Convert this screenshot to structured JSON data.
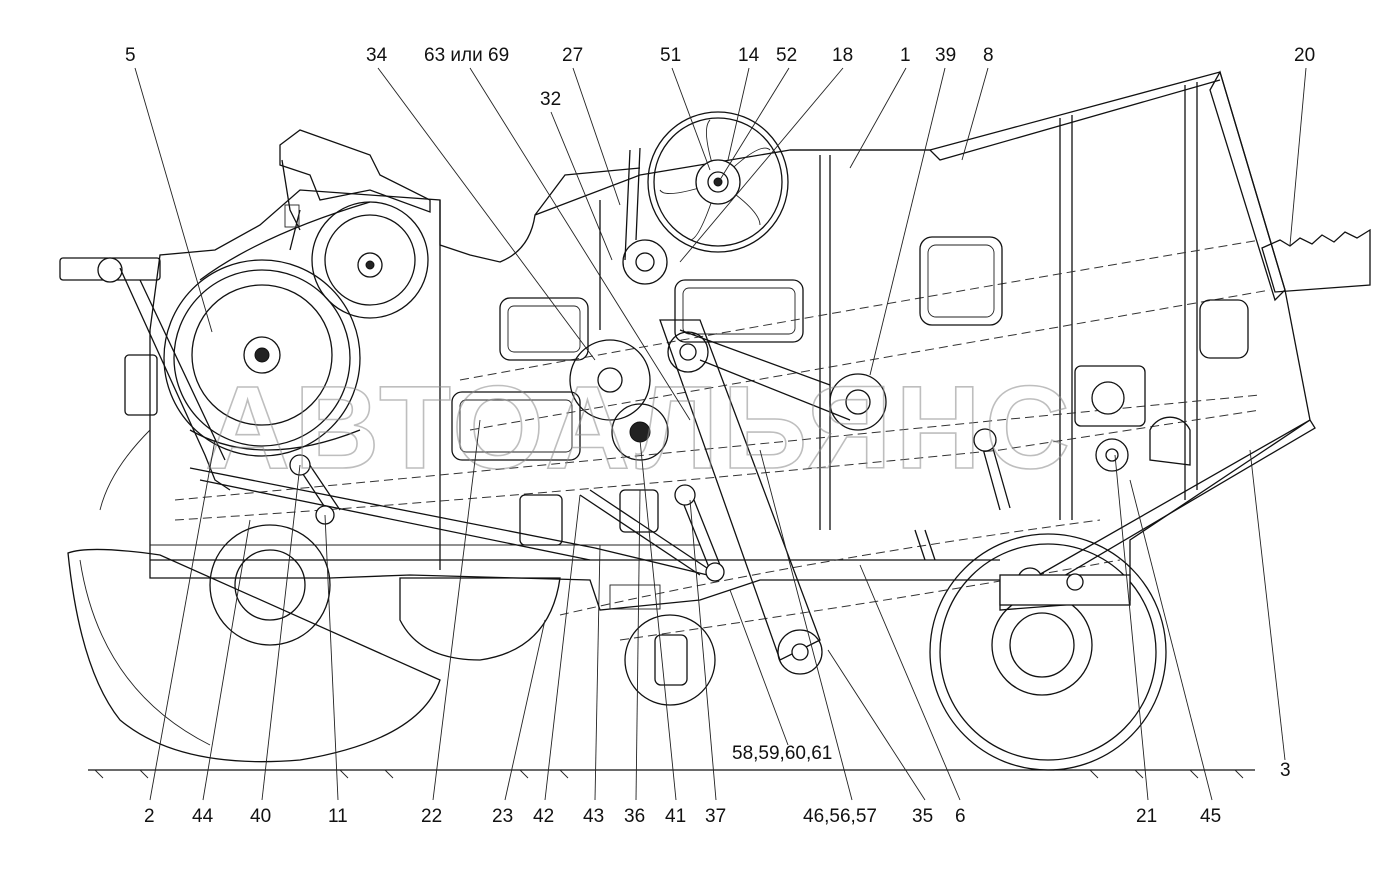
{
  "watermark": "АВТОАЛЬЯНС",
  "labels_top": [
    "5",
    "34",
    "63 или 69",
    "27",
    "32",
    "51",
    "14",
    "52",
    "18",
    "1",
    "39",
    "8",
    "20"
  ],
  "labels_bottom": [
    "2",
    "44",
    "40",
    "11",
    "22",
    "23",
    "42",
    "43",
    "36",
    "41",
    "37",
    "58,59,60,61",
    "46,56,57",
    "35",
    "6",
    "21",
    "45",
    "3"
  ]
}
